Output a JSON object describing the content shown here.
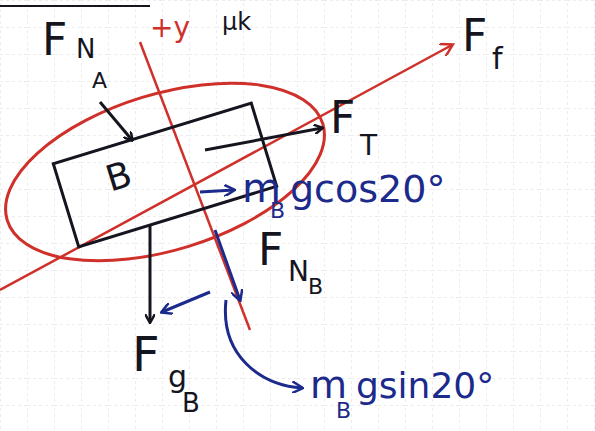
{
  "diagram": {
    "nodes": [
      {
        "text": [
          "B"
        ]
      }
    ],
    "labels": [
      "μk",
      "F",
      "N",
      "A",
      "+y",
      "F",
      "f",
      "F",
      "T",
      "m",
      "B",
      "gcos20°",
      "F",
      "N",
      "B",
      "F",
      "g",
      "B",
      "m",
      "B",
      "gsin20°"
    ]
  }
}
